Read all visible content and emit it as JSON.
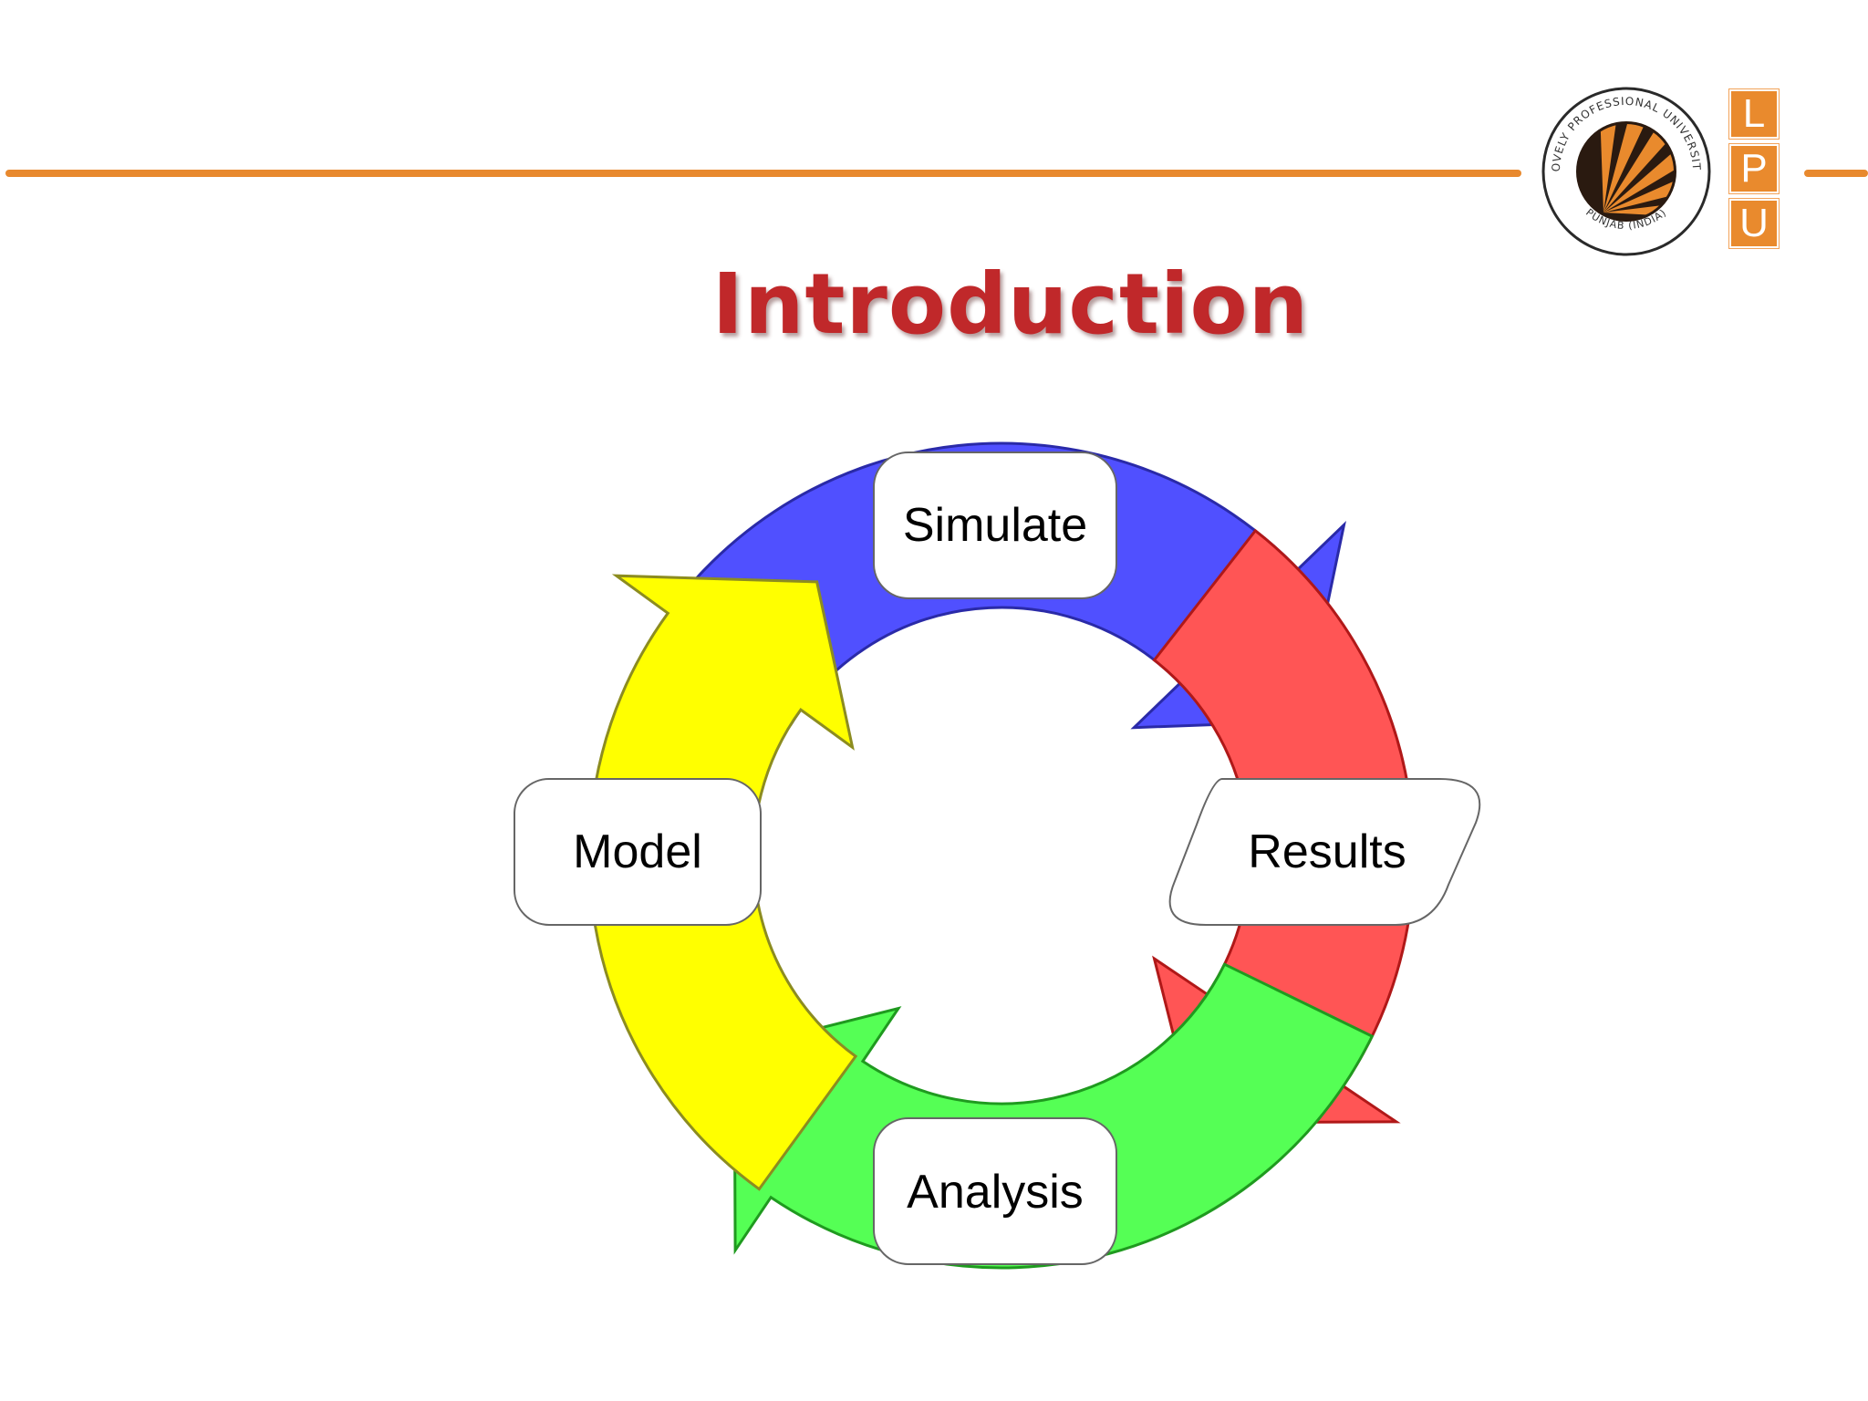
{
  "slide": {
    "title": "Introduction",
    "title_color": "#c0282a",
    "accent_color": "#e8892e"
  },
  "logo": {
    "seal_ring_text_top": "LOVELY PROFESSIONAL UNIVERSITY",
    "seal_ring_text_bottom": "PUNJAB (INDIA)",
    "letters": [
      "L",
      "P",
      "U"
    ],
    "letter_bg": "#e98a2d"
  },
  "cycle": {
    "nodes": [
      {
        "label": "Simulate",
        "position": "top"
      },
      {
        "label": "Results",
        "position": "right"
      },
      {
        "label": "Analysis",
        "position": "bottom"
      },
      {
        "label": "Model",
        "position": "left"
      }
    ],
    "arrows": [
      {
        "color": "#5050ff",
        "stroke": "#2a2aa8"
      },
      {
        "color": "#ff5555",
        "stroke": "#b01818"
      },
      {
        "color": "#55ff55",
        "stroke": "#1f9a1f"
      },
      {
        "color": "#ffff00",
        "stroke": "#8c8c20"
      }
    ]
  }
}
